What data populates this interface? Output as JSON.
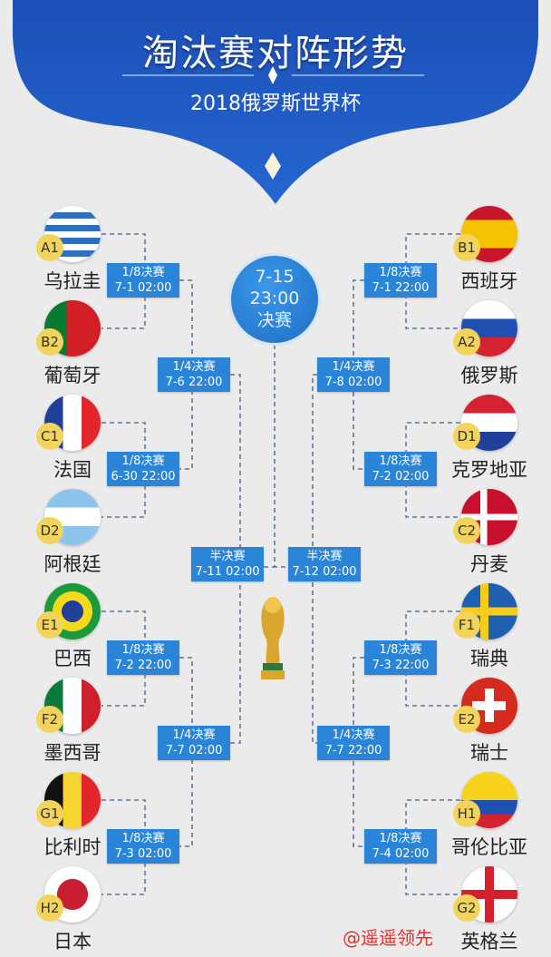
{
  "header": {
    "title": "淘汰赛对阵形势",
    "subtitle": "2018俄罗斯世界杯",
    "background_color": "#1f55c0"
  },
  "final": {
    "date": "7-15",
    "time": "23:00",
    "label": "决赛"
  },
  "left_teams": [
    {
      "seed": "A1",
      "name": "乌拉圭",
      "flag": "uruguay-flag"
    },
    {
      "seed": "B2",
      "name": "葡萄牙",
      "flag": "portugal-flag"
    },
    {
      "seed": "C1",
      "name": "法国",
      "flag": "france-flag"
    },
    {
      "seed": "D2",
      "name": "阿根廷",
      "flag": "argentina-flag"
    },
    {
      "seed": "E1",
      "name": "巴西",
      "flag": "brazil-flag"
    },
    {
      "seed": "F2",
      "name": "墨西哥",
      "flag": "mexico-flag"
    },
    {
      "seed": "G1",
      "name": "比利时",
      "flag": "belgium-flag"
    },
    {
      "seed": "H2",
      "name": "日本",
      "flag": "japan-flag"
    }
  ],
  "right_teams": [
    {
      "seed": "B1",
      "name": "西班牙",
      "flag": "spain-flag"
    },
    {
      "seed": "A2",
      "name": "俄罗斯",
      "flag": "russia-flag"
    },
    {
      "seed": "D1",
      "name": "克罗地亚",
      "flag": "croatia-flag"
    },
    {
      "seed": "C2",
      "name": "丹麦",
      "flag": "denmark-flag"
    },
    {
      "seed": "F1",
      "name": "瑞典",
      "flag": "sweden-flag"
    },
    {
      "seed": "E2",
      "name": "瑞士",
      "flag": "switzerland-flag"
    },
    {
      "seed": "H1",
      "name": "哥伦比亚",
      "flag": "colombia-flag"
    },
    {
      "seed": "G2",
      "name": "英格兰",
      "flag": "england-flag"
    }
  ],
  "left_r16": [
    {
      "round": "1/8决赛",
      "time": "7-1 02:00"
    },
    {
      "round": "1/8决赛",
      "time": "6-30 22:00"
    },
    {
      "round": "1/8决赛",
      "time": "7-2 22:00"
    },
    {
      "round": "1/8决赛",
      "time": "7-3 02:00"
    }
  ],
  "right_r16": [
    {
      "round": "1/8决赛",
      "time": "7-1 22:00"
    },
    {
      "round": "1/8决赛",
      "time": "7-2 02:00"
    },
    {
      "round": "1/8决赛",
      "time": "7-3 22:00"
    },
    {
      "round": "1/8决赛",
      "time": "7-4 02:00"
    }
  ],
  "left_qf": [
    {
      "round": "1/4决赛",
      "time": "7-6 22:00"
    },
    {
      "round": "1/4决赛",
      "time": "7-7 02:00"
    }
  ],
  "right_qf": [
    {
      "round": "1/4决赛",
      "time": "7-8 02:00"
    },
    {
      "round": "1/4决赛",
      "time": "7-7 22:00"
    }
  ],
  "semis": [
    {
      "round": "半决赛",
      "time": "7-11 02:00"
    },
    {
      "round": "半决赛",
      "time": "7-12 02:00"
    }
  ],
  "watermark": "@遥遥领先",
  "colors": {
    "box": "#2a84d8",
    "badge": "#f2d35c",
    "background": "#ebebeb"
  }
}
